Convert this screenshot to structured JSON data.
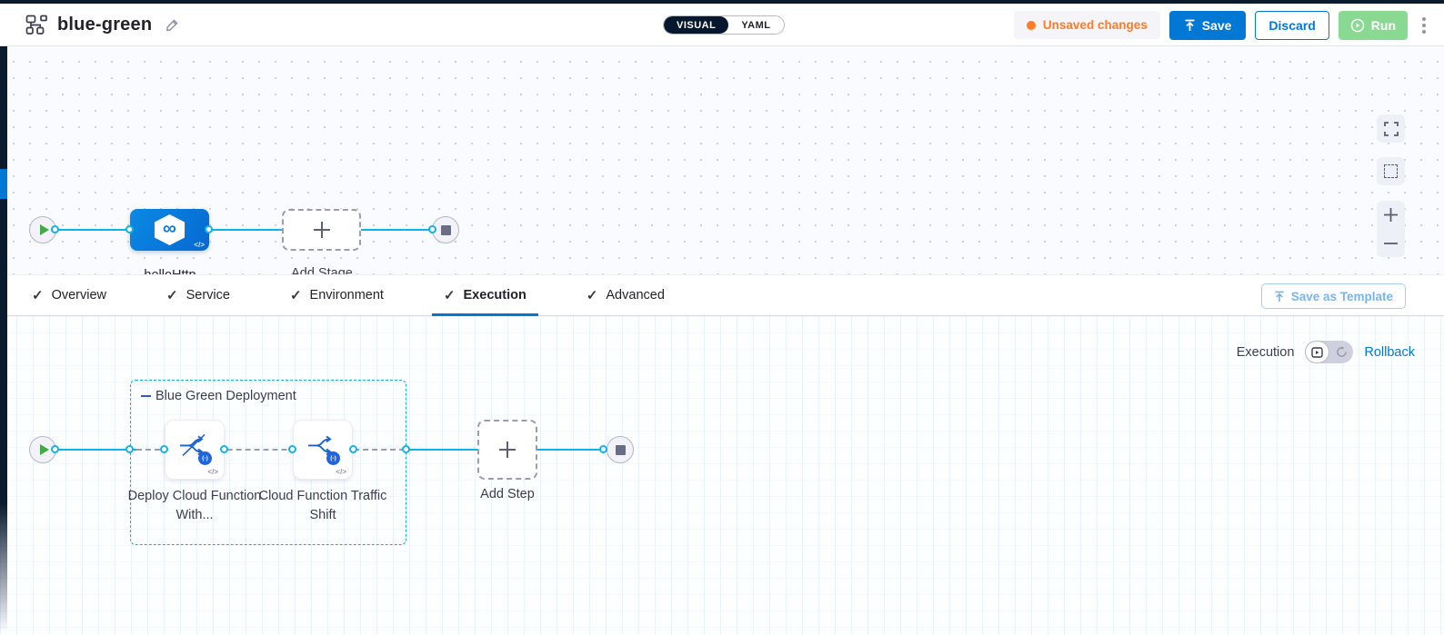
{
  "header": {
    "title": "blue-green",
    "view_toggle": {
      "visual": "VISUAL",
      "yaml": "YAML",
      "selected": "VISUAL"
    },
    "unsaved_badge": "Unsaved changes",
    "save": "Save",
    "discard": "Discard",
    "run": "Run"
  },
  "stage_pipeline": {
    "stage_name": "helloHttp",
    "add_stage": "Add Stage"
  },
  "tabs": {
    "items": [
      {
        "label": "Overview"
      },
      {
        "label": "Service"
      },
      {
        "label": "Environment"
      },
      {
        "label": "Execution"
      },
      {
        "label": "Advanced"
      }
    ],
    "active": "Execution",
    "save_as_template": "Save as Template"
  },
  "execution_panel": {
    "mode_label": "Execution",
    "rollback_link": "Rollback"
  },
  "execution_graph": {
    "group_label": "Blue Green Deployment",
    "steps": [
      {
        "label": "Deploy Cloud Function With..."
      },
      {
        "label": "Cloud Function Traffic Shift"
      }
    ],
    "add_step": "Add Step"
  },
  "icons": {
    "check": "✓",
    "infinity": "∞",
    "code_glyph": "</>",
    "function_badge": "(-)"
  },
  "colors": {
    "accent_blue": "#0278d5",
    "connector_cyan": "#0eb4e7",
    "unsaved_orange": "#ff7b26",
    "run_green": "#8ad993",
    "play_green": "#42ab45",
    "dark_navy": "#0a1b2e"
  }
}
